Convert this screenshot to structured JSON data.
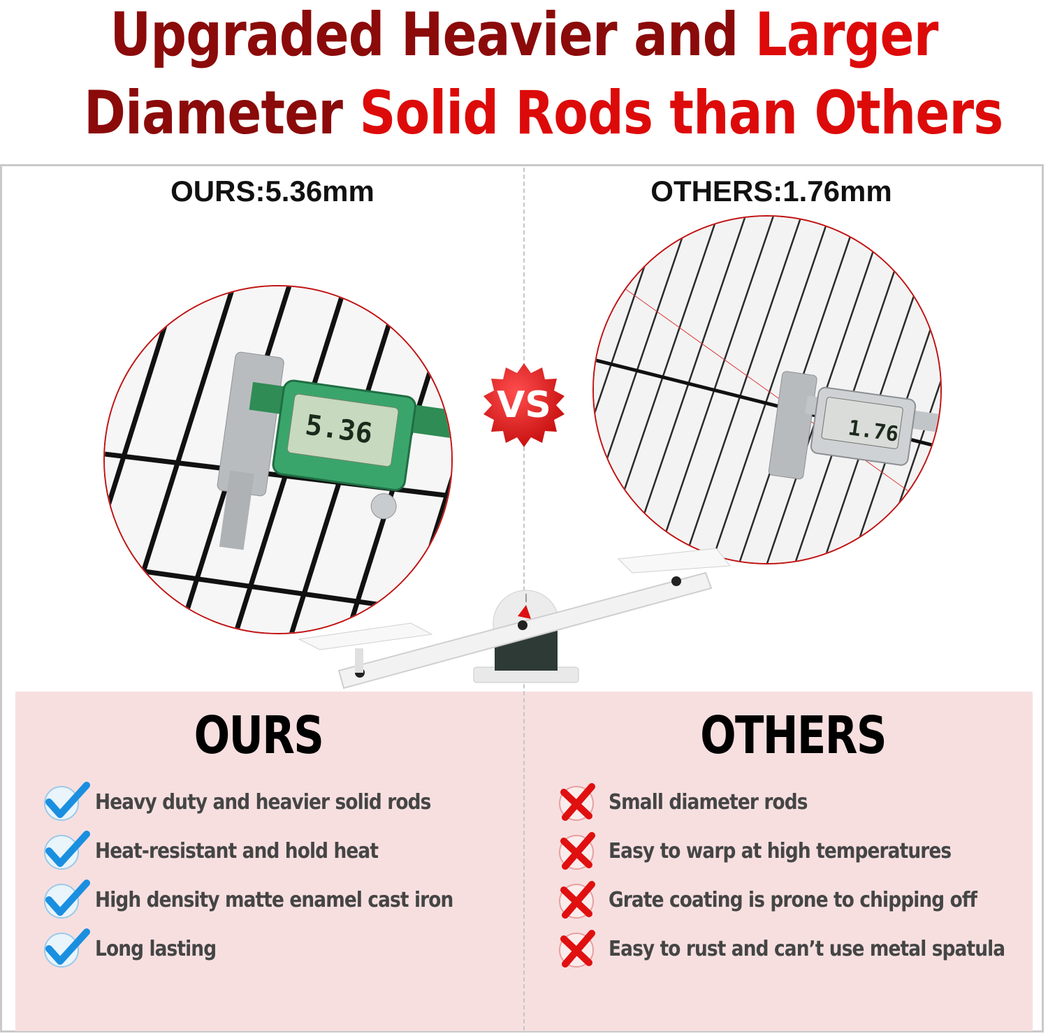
{
  "headline": {
    "line1_part1": "Upgraded Heavier and ",
    "line1_part2": "Larger",
    "line2_part1": "Diameter ",
    "line2_part2": "Solid Rods than Others"
  },
  "comparison": {
    "ours_measure": "OURS:5.36mm",
    "others_measure": "OTHERS:1.76mm",
    "ours_display": "5.36",
    "others_display": "1.76",
    "vs_label": "VS"
  },
  "ours": {
    "title": "OURS",
    "features": [
      "Heavy duty and heavier solid rods",
      "Heat-resistant and hold heat",
      "High density matte enamel cast iron",
      "Long lasting"
    ]
  },
  "others": {
    "title": "OTHERS",
    "features": [
      "Small diameter rods",
      "Easy to warp at high temperatures",
      "Grate coating is prone to chipping off",
      "Easy to rust and can’t use metal spatula"
    ]
  },
  "colors": {
    "title_dark_red": "#8b0a0a",
    "title_red": "#dd0a0a",
    "panel_bg": "#f7dfe0",
    "check_blue": "#1a8fe0",
    "cross_red": "#e01010"
  },
  "icons": {
    "ours": "check-icon",
    "others": "cross-icon"
  }
}
